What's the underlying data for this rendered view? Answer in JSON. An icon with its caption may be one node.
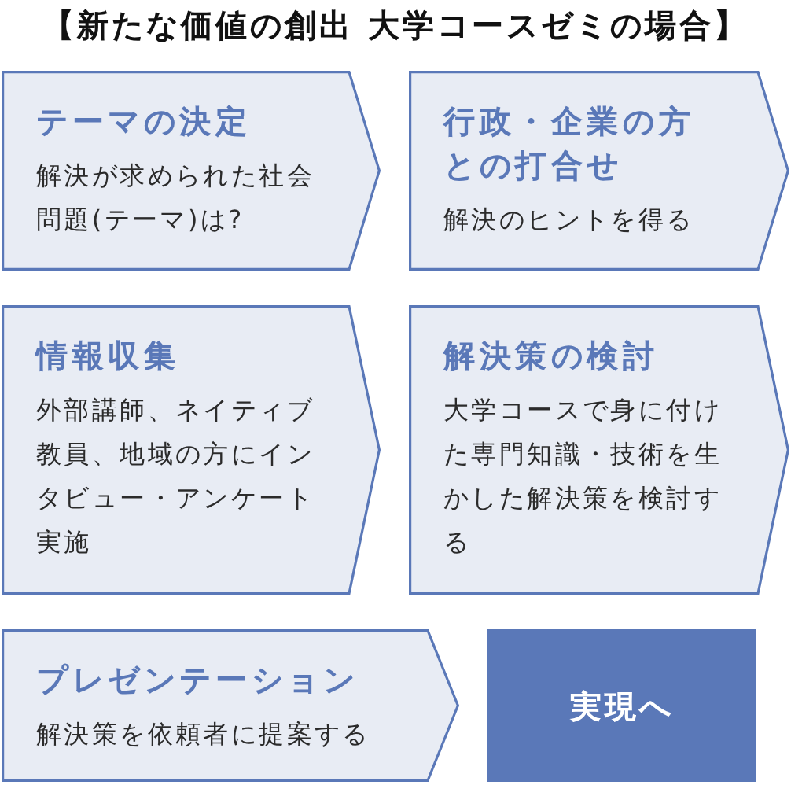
{
  "diagram": {
    "title": "【新たな価値の創出 大学コースゼミの場合】",
    "nodes": [
      {
        "text": [
          "テーマの決定",
          "解決が求められた社会問題(テーマ)は?"
        ]
      },
      {
        "text": [
          "行政・企業の方との打合せ",
          "解決のヒントを得る"
        ]
      },
      {
        "text": [
          "情報収集",
          "外部講師、ネイティブ教員、地域の方にインタビュー・アンケート実施"
        ]
      },
      {
        "text": [
          "解決策の検討",
          "大学コースで身に付けた専門知識・技術を生かした解決策を検討する"
        ]
      },
      {
        "text": [
          "プレゼンテーション",
          "解決策を依頼者に提案する"
        ]
      },
      {
        "text": [
          "実現へ"
        ]
      }
    ]
  }
}
